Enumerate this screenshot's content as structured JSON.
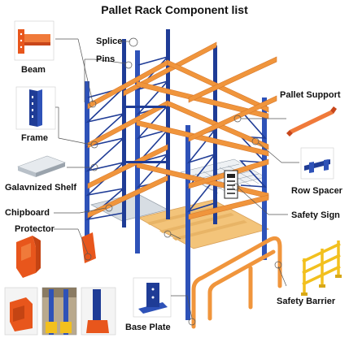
{
  "title": "Pallet Rack Component list",
  "labels": {
    "splice": "Splice",
    "pins": "Pins",
    "beam": "Beam",
    "frame": "Frame",
    "pallet_support": "Pallet Support",
    "galvanized_shelf": "Galavnized Shelf",
    "row_spacer": "Row Spacer",
    "chipboard": "Chipboard",
    "safety_sign": "Safety Sign",
    "protector": "Protector",
    "safety_barrier": "Safety Barrier",
    "base_plate": "Base Plate"
  },
  "colors": {
    "upright_blue": "#1f3c96",
    "beam_orange": "#f0953c",
    "beam_orange_dark": "#d8782a",
    "protector_orange": "#e8561c",
    "barrier_yellow": "#f2c01e",
    "chipboard_wood": "#f3c47a",
    "shelf_grey": "#d7dde3",
    "leader_grey": "#555555"
  }
}
